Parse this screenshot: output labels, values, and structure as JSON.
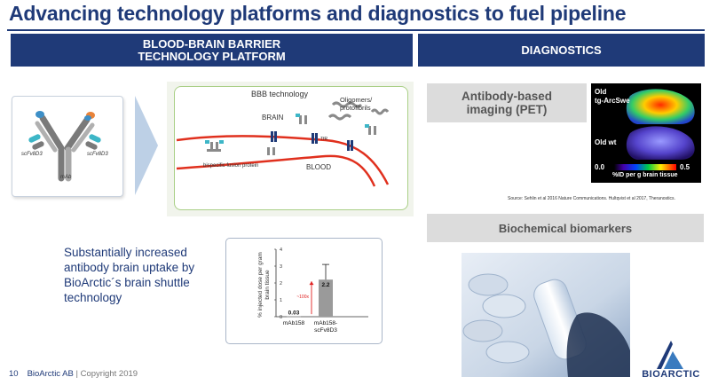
{
  "title": "Advancing technology platforms and diagnostics to fuel pipeline",
  "left_header": {
    "line1": "BLOOD-BRAIN BARRIER",
    "line2": "TECHNOLOGY PLATFORM"
  },
  "right_header": "DIAGNOSTICS",
  "antibody": {
    "left_label": "scFv8D3",
    "right_label": "scFv8D3",
    "bottom_label": "mAb"
  },
  "bbb": {
    "title": "BBB technology",
    "brain": "BRAIN",
    "blood": "BLOOD",
    "oligomers_line1": "Oligomers/",
    "oligomers_line2": "protofibrils",
    "tfr": "TfR",
    "fusion": "bispecific fusion protein"
  },
  "uptake_text": "Substantially increased antibody brain uptake by BioArctic´s brain shuttle technology",
  "chart_data": {
    "type": "bar",
    "categories": [
      "mAb158",
      "mAb158-scFv8D3"
    ],
    "category_lines": [
      [
        "mAb158"
      ],
      [
        "mAb158-",
        "scFv8D3"
      ]
    ],
    "values": [
      0.03,
      2.2
    ],
    "value_labels": [
      "0.03",
      "2.2"
    ],
    "error_upper": [
      0.03,
      3.1
    ],
    "ylabel_line1": "% injected dose per gram",
    "ylabel_line2": "brain tissue",
    "yticks": [
      "0",
      "1",
      "2",
      "3",
      "4"
    ],
    "ylim": [
      0,
      4
    ],
    "annotation": "~100x",
    "colors": {
      "bar": "#9a9a9a",
      "annotation": "#e02020"
    }
  },
  "pet": {
    "label_line1": "Antibody-based",
    "label_line2": "imaging (PET)",
    "old_tg_line1": "Old",
    "old_tg_line2": "tg-ArcSwe",
    "old_wt": "Old wt",
    "scale_min": "0.0",
    "scale_max": "0.5",
    "scale_label": "%ID per g brain tissue"
  },
  "source": "Source: Sehlin et al 2016 Nature Communications. Hultqvist et al 2017, Theranostics.",
  "biomarkers_label": "Biochemical biomarkers",
  "footer": {
    "page": "10",
    "company": "BioArctic AB",
    "sep": " | ",
    "copyright": "Copyright 2019"
  },
  "logo_text": "BIOARCTIC",
  "colors": {
    "brand": "#1f3a78",
    "accent_red": "#e0301e",
    "panel_gray": "#dcdcdc"
  }
}
